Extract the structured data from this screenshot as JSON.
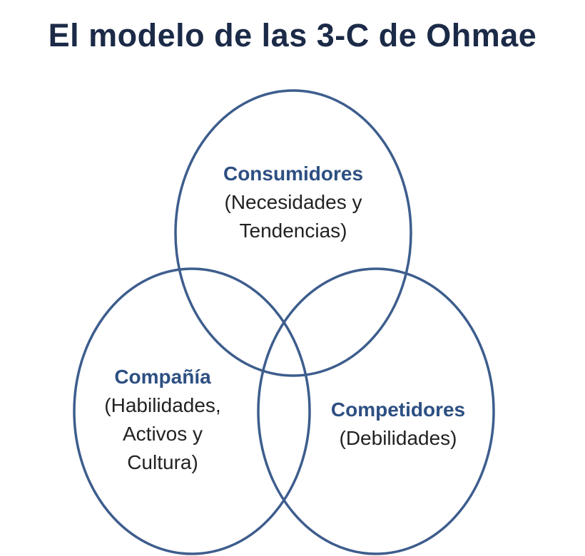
{
  "title": "El modelo de las 3-C de Ohmae",
  "colors": {
    "title": "#1b2a47",
    "circle_stroke": "#3d5d8d",
    "label_name": "#2d4f82",
    "label_text": "#222222"
  },
  "circles": {
    "consumidores": {
      "name": "Consumidores",
      "desc_line1": "(Necesidades y",
      "desc_line2": "Tendencias)"
    },
    "compania": {
      "name": "Compañía",
      "desc_line1": "(Habilidades,",
      "desc_line2": "Activos y",
      "desc_line3": "Cultura)"
    },
    "competidores": {
      "name": "Competidores",
      "desc_line1": "(Debilidades)"
    }
  }
}
